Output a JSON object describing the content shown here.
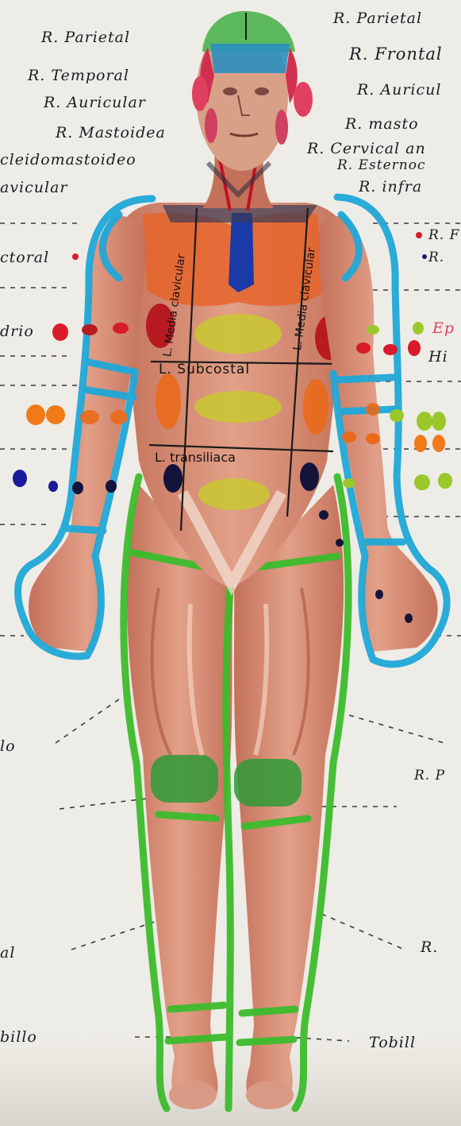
{
  "colors": {
    "paper": "#eceae4",
    "skin": "#d88a6e",
    "muscle": "#c96a4e",
    "head_green": "#5cb85c",
    "arm_outline_cyan": "#20a8d8",
    "leg_outline_green": "#3cbc2c",
    "frontal_blue": "#2a8fc0",
    "temporal_red": "#e04060",
    "chest_orange": "#e66a2a",
    "abdomen_yellow": "#c8c830",
    "sternal_blue": "#1a3aa8",
    "dot_red": "#d81a2a",
    "dot_orange": "#f07a1a",
    "dot_navy": "#1a1a70",
    "dot_lime": "#9ac82a",
    "ink": "#1c1c24"
  },
  "labels_left": {
    "parietal": "R. Parietal",
    "temporal": "R. Temporal",
    "auricular": "R. Auricular",
    "mastoidea": "R. Mastoidea",
    "esternocleidomastoideo": "cleidomastoideo",
    "clavicular": "avicular",
    "pectoral": "ctoral",
    "hipocondrio": "drio",
    "muslo": "lo",
    "rodilla": "",
    "pierna": "al",
    "tobillo": "billo"
  },
  "labels_right": {
    "parietal": "R. Parietal",
    "frontal": "R. Frontal",
    "auricular": "R. Auricul",
    "mastoidea": "R. masto",
    "cervical": "R. Cervical an",
    "esternocleido": "R. Esternoc",
    "infraclavicular": "R. infra",
    "deltoidea_1": "R. F",
    "deltoidea_2": "R.",
    "epigastrio": "Ep",
    "hipocondrio": "Hi",
    "rotuliana": "R. P",
    "pierna": "R.",
    "tobillo": "Tobill"
  },
  "body_labels": {
    "linea_media_clavicular_left": "L. Media clavicular",
    "linea_media_clavicular_right": "L. Media clavicular",
    "subcostal": "L. Subcostal",
    "transiliaca": "L. transiliaca"
  }
}
